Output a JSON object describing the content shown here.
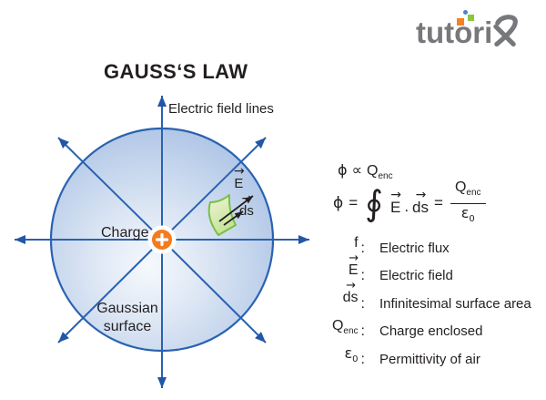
{
  "logo": {
    "brand": "tutorix",
    "text_prefix": "tutori"
  },
  "title": "GAUSS‘S LAW",
  "diagram": {
    "field_lines_label": "Electric field lines",
    "charge_label": "Charge",
    "plus": "+",
    "gaussian_label_line1": "Gaussian",
    "gaussian_label_line2": "surface",
    "e_vec": {
      "arrow": "→",
      "text": "E"
    },
    "ds_vec": {
      "arrow": "→",
      "text": "ds"
    }
  },
  "equations": {
    "eq1": {
      "phi": "ϕ",
      "prop": "∝",
      "q": "Q",
      "q_sub": "enc"
    },
    "eq2": {
      "phi": "ϕ",
      "equals": "=",
      "integral": "∮",
      "e_arrow": "→",
      "e": "E",
      "dot": ".",
      "ds_arrow": "→",
      "ds": "ds",
      "equals2": "=",
      "num": "Q",
      "num_sub": "enc",
      "den": "ε",
      "den_sub": "0"
    }
  },
  "legend": {
    "colon": ":",
    "rows": [
      {
        "arrow": "",
        "main": "f",
        "sub": "",
        "desc": "Electric flux"
      },
      {
        "arrow": "→",
        "main": "E",
        "sub": "",
        "desc": "Electric field"
      },
      {
        "arrow": "→",
        "main": "ds",
        "sub": "",
        "desc": "Infinitesimal surface area"
      },
      {
        "arrow": "",
        "main": "Q",
        "sub": "enc",
        "desc": "Charge enclosed"
      },
      {
        "arrow": "",
        "main": "ε",
        "sub": "0",
        "desc": "Permittivity of air"
      }
    ]
  },
  "colors": {
    "blue": "#2a62b0",
    "blue-dark": "#2257a6",
    "ink": "#231f20",
    "orange": "#f47b20",
    "green": "#7abf46",
    "circle-edge": "#aec5e6",
    "circle-center": "#f6f9fd",
    "patch-light": "#eef6d8",
    "patch-dark": "#c5e194",
    "logo-gray": "#77787b",
    "logo-orange": "#f58220",
    "logo-green": "#8dc63f",
    "logo-blue": "#4d82c4",
    "white": "#ffffff"
  }
}
